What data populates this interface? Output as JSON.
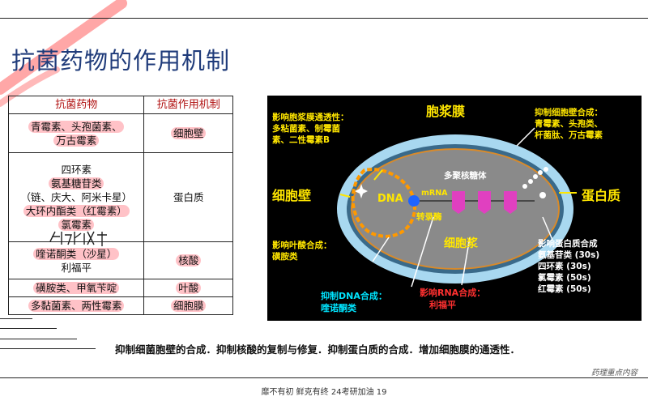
{
  "title": "抗菌药物的作用机制",
  "table": {
    "headers": [
      "抗菌药物",
      "抗菌作用机制"
    ],
    "rows": [
      {
        "drugs": [
          "青霉素、头孢菌素、",
          "万古霉素"
        ],
        "mechanism": "细胞壁"
      },
      {
        "drugs": [
          "四环素",
          "氨基糖苷类",
          "（链、庆大、阿米卡星）",
          "大环内酯类（红霉素）",
          "氯霉素"
        ],
        "mechanism": "蛋白质"
      },
      {
        "drugs": [
          "喹诺酮类（沙星）",
          "利福平"
        ],
        "mechanism": "核酸"
      },
      {
        "drugs": [
          "磺胺类、甲氧苄啶"
        ],
        "mechanism": "叶酸"
      },
      {
        "drugs": [
          "多黏菌素、两性霉素"
        ],
        "mechanism": "细胞膜"
      }
    ]
  },
  "diagram": {
    "membrane_label": "胞浆膜",
    "wall_label": "细胞壁",
    "cytoplasm_label": "细胞浆",
    "protein_label": "蛋白质",
    "dna_label": "DNA",
    "mrna_label": "mRNA",
    "enzyme_label": "转录酶",
    "ribosome_label": "多聚核糖体",
    "membrane_note": [
      "影响胞浆膜通透性：",
      "多粘菌素、制霉菌",
      "素、二性霉素B"
    ],
    "wall_note": [
      "抑制细胞壁合成：",
      "青霉素、头孢类、",
      "杆菌肽、万古霉素"
    ],
    "folate_note": [
      "影响叶酸合成：",
      "磺胺类"
    ],
    "protein_note": [
      "影响蛋白质合成",
      "氨基苷类 (30s)",
      "四环素   (30s)",
      "氯霉素   (50s)",
      "红霉素   (50s)"
    ],
    "dna_note": [
      "抑制DNA合成：",
      "喹诺酮类"
    ],
    "rna_note": [
      "影响RNA合成：",
      "利福平"
    ]
  },
  "caption": "抑制细菌胞壁的合成．抑制核酸的复制与修复．抑制蛋白质的合成．增加细胞膜的通透性．",
  "side_note": "药理重点内容",
  "footer": "靡不有初 鲜克有终 24考研加油 19",
  "colors": {
    "title": "#1f3b7a",
    "header_text": "#b01010",
    "highlight": "#ff7882",
    "diagram_bg": "#000000",
    "membrane": "#a8d8f0",
    "cytoplasm": "#8a8a8a",
    "dna": "#ff9900",
    "ribosome": "#e040c0"
  }
}
